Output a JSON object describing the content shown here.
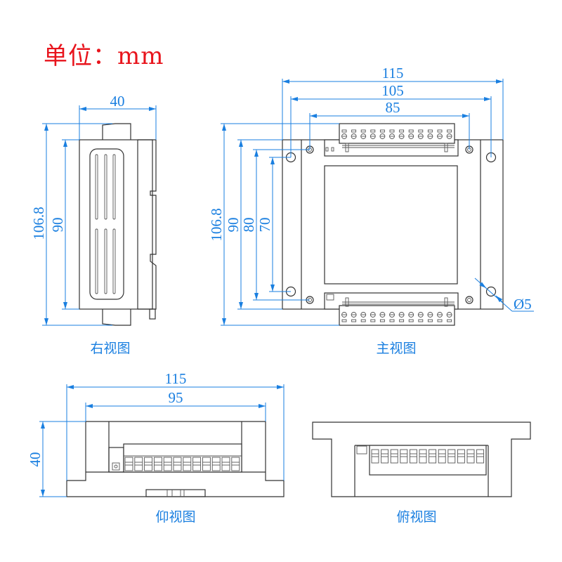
{
  "unit_label": "单位：mm",
  "colors": {
    "unit": "#e8141c",
    "dimension": "#1a7fe0",
    "outline": "#333333"
  },
  "views": {
    "right": {
      "caption": "右视图",
      "dims": {
        "width": "40",
        "overall_height": "106.8",
        "body_height": "90"
      }
    },
    "front": {
      "caption": "主视图",
      "dims": {
        "overall_width": "115",
        "hole_span_outer": "105",
        "hole_span_inner": "85",
        "overall_height": "106.8",
        "body_height": "90",
        "hole_height_outer": "80",
        "hole_height_inner": "70",
        "hole_diameter": "Ø5"
      },
      "terminal_count_top": 12,
      "terminal_count_bottom": 12
    },
    "bottom": {
      "caption": "仰视图",
      "dims": {
        "overall_width": "115",
        "inner_width": "95",
        "depth": "40"
      },
      "terminal_count": 12
    },
    "top": {
      "caption": "俯视图",
      "terminal_count": 12
    }
  }
}
